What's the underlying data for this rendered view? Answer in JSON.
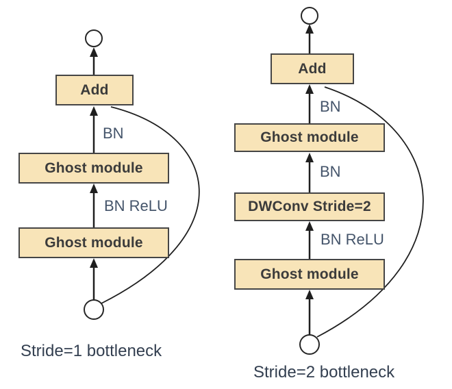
{
  "figure": {
    "left": {
      "caption": "Stride=1 bottleneck",
      "add_label": "Add",
      "ghost_top_label": "Ghost module",
      "ghost_bottom_label": "Ghost module",
      "bn_label": "BN",
      "bn_relu_label": "BN ReLU"
    },
    "right": {
      "caption": "Stride=2 bottleneck",
      "add_label": "Add",
      "ghost_top_label": "Ghost module",
      "dwconv_label": "DWConv Stride=2",
      "ghost_bottom_label": "Ghost module",
      "bn_top_label": "BN",
      "bn_mid_label": "BN",
      "bn_relu_label": "BN ReLU"
    },
    "colors": {
      "box_fill": "#F8E4B8",
      "box_border": "#454545",
      "box_text": "#3B3B3B",
      "edge_label_text": "#44546A",
      "caption_text": "#333F50",
      "line": "#1F1F1F"
    }
  }
}
